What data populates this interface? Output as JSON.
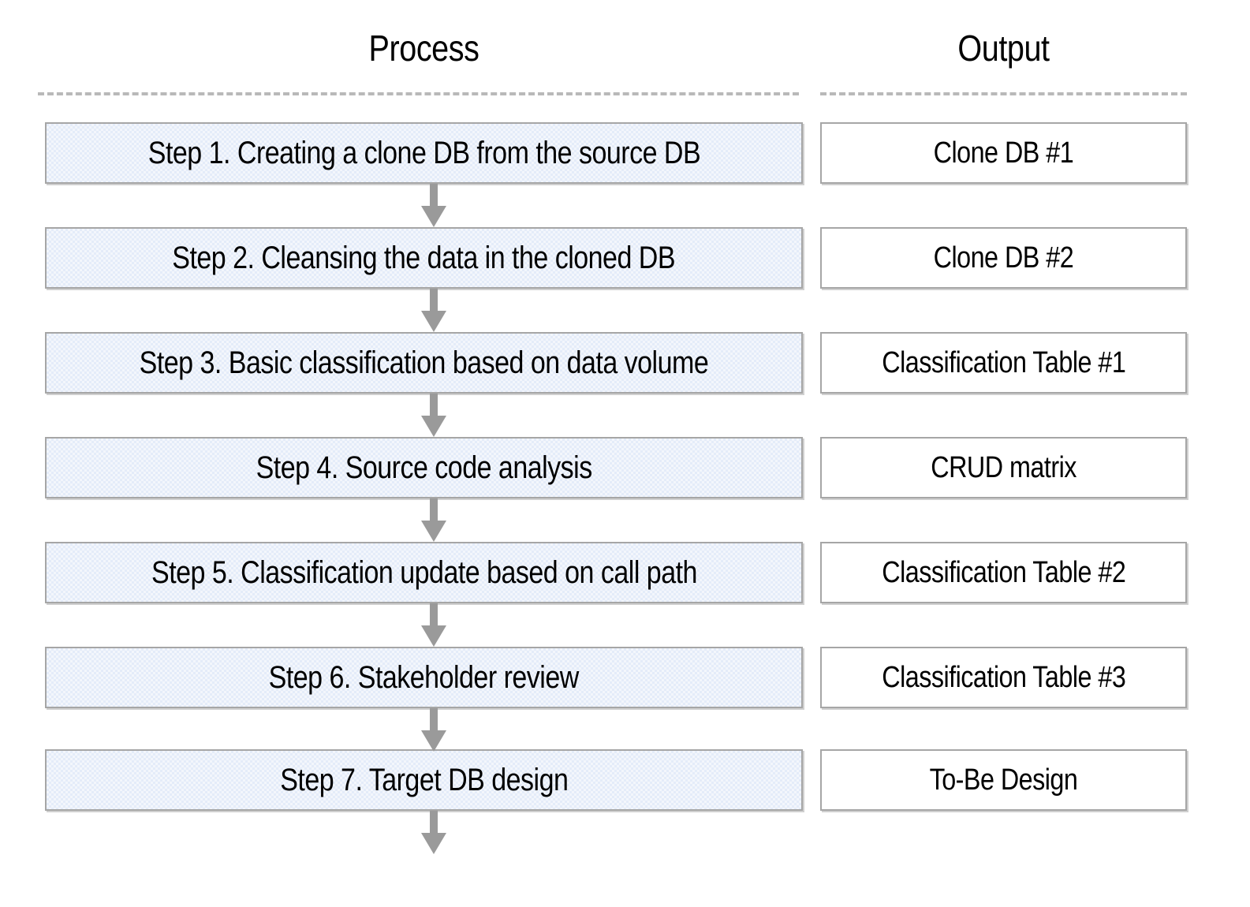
{
  "columns": {
    "process_header": "Process",
    "output_header": "Output"
  },
  "colors": {
    "process_fill": "#e4ecf9",
    "box_border": "#a6a6a6",
    "arrow": "#9a9a9a",
    "output_fill": "#ffffff",
    "dash_rule": "#b9b9b9",
    "text": "#000000"
  },
  "rows": [
    {
      "process": "Step 1. Creating a clone DB from the source DB",
      "output": "Clone DB #1"
    },
    {
      "process": "Step 2.  Cleansing the data in the cloned DB",
      "output": "Clone DB #2"
    },
    {
      "process": "Step 3. Basic classification based on data volume",
      "output": "Classification Table #1"
    },
    {
      "process": "Step 4. Source code  analysis",
      "output": "CRUD matrix"
    },
    {
      "process": "Step 5. Classification update based on call path",
      "output": "Classification Table #2"
    },
    {
      "process": "Step 6. Stakeholder review",
      "output": "Classification Table #3"
    },
    {
      "process": "Step 7. Target DB design",
      "output": "To-Be Design"
    }
  ],
  "arrows": {
    "count": 7,
    "direction": "down",
    "description": "downward connector arrows between consecutive process steps, plus a terminal arrow below Step 7"
  }
}
